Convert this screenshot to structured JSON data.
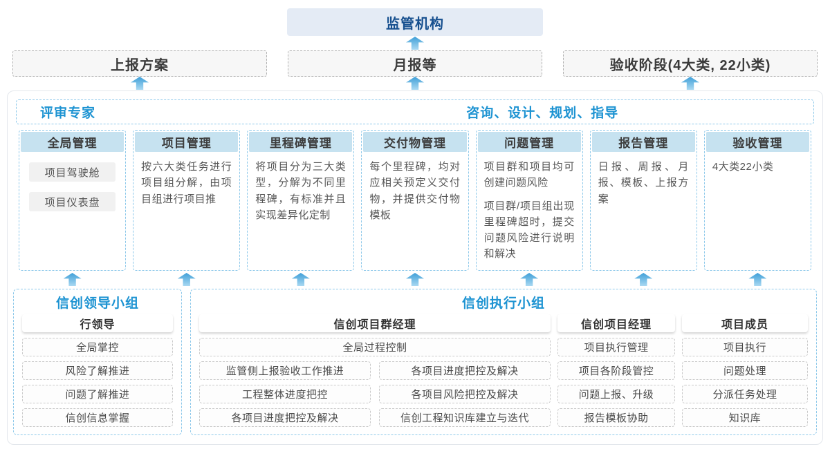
{
  "top": {
    "regulator_label": "监管机构",
    "channels": [
      {
        "label": "上报方案"
      },
      {
        "label": "月报等"
      },
      {
        "label": "验收阶段(4大类, 22小类)"
      }
    ]
  },
  "platform": {
    "expert_label": "评审专家",
    "guidance_label": "咨询、设计、规划、指导",
    "columns": [
      {
        "title": "全局管理",
        "pills": [
          "项目驾驶舱",
          "项目仪表盘"
        ]
      },
      {
        "title": "项目管理",
        "paragraphs": [
          "按六大类任务进行项目组分解，由项目组进行项目推"
        ]
      },
      {
        "title": "里程碑管理",
        "paragraphs": [
          "将项目分为三大类型，分解为不同里程碑，有标准并且实现差异化定制"
        ]
      },
      {
        "title": "交付物管理",
        "paragraphs": [
          "每个里程碑，均对应相关预定义交付物，并提供交付物模板"
        ]
      },
      {
        "title": "问题管理",
        "paragraphs": [
          "项目群和项目均可创建问题风险",
          "项目群/项目组出现里程碑超时，提交问题风险进行说明和解决"
        ]
      },
      {
        "title": "报告管理",
        "paragraphs": [
          "日报、周报、月报、模板、上报方案"
        ]
      },
      {
        "title": "验收管理",
        "paragraphs": [
          "4大类22小类"
        ]
      }
    ]
  },
  "groups": {
    "leader": {
      "title": "信创领导小组",
      "role": "行领导",
      "items": [
        "全局掌控",
        "风险了解推进",
        "问题了解推进",
        "信创信息掌握"
      ]
    },
    "executor": {
      "title": "信创执行小组",
      "program_manager": {
        "role": "信创项目群经理",
        "full_item": "全局过程控制",
        "left_items": [
          "监管侧上报验收工作推进",
          "工程整体进度把控",
          "各项目进度把控及解决"
        ],
        "right_items": [
          "各项目进度把控及解决",
          "各项目风险把控及解决",
          "信创工程知识库建立与迭代"
        ]
      },
      "project_manager": {
        "role": "信创项目经理",
        "items": [
          "项目执行管理",
          "项目各阶段管控",
          "问题上报、升级",
          "报告模板协助"
        ]
      },
      "member": {
        "role": "项目成员",
        "items": [
          "项目执行",
          "问题处理",
          "分派任务处理",
          "知识库"
        ]
      }
    }
  },
  "colors": {
    "accent_blue": "#1d93d2",
    "navy_title": "#17508f",
    "regulator_bg": "#e4ebf5",
    "column_header_bg": "#c6e2f0",
    "dashed_blue_border": "#8cc8ea",
    "arrow_gradient_top": "#3f9fd8",
    "arrow_gradient_bottom": "#a9d9f2",
    "channel_bg": "#f7f7f7",
    "pill_bg": "#f1f1f1"
  }
}
